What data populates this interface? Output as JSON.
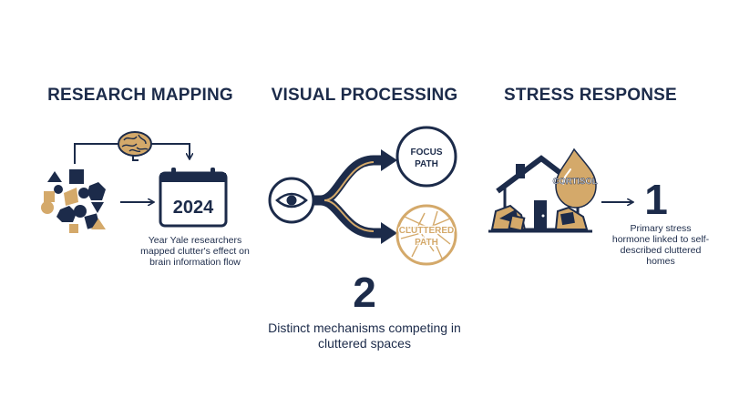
{
  "sections": [
    {
      "heading": "RESEARCH MAPPING",
      "calendar_year": "2024",
      "caption": "Year Yale researchers mapped clutter's effect on brain information flow"
    },
    {
      "heading": "VISUAL PROCESSING",
      "focus_path_label": "FOCUS PATH",
      "cluttered_path_label": "CLUTTERED PATH",
      "big_number": "2",
      "caption": "Distinct mechanisms competing in cluttered spaces"
    },
    {
      "heading": "STRESS RESPONSE",
      "drop_label": "CORTISOL",
      "big_number": "1",
      "caption": "Primary stress hormone linked to self-described cluttered homes"
    }
  ],
  "colors": {
    "navy": "#1c2b4a",
    "gold": "#d4a96a",
    "white": "#ffffff"
  },
  "icons": [
    "brain-icon",
    "calendar-icon",
    "eye-icon",
    "house-icon",
    "droplet-icon"
  ]
}
